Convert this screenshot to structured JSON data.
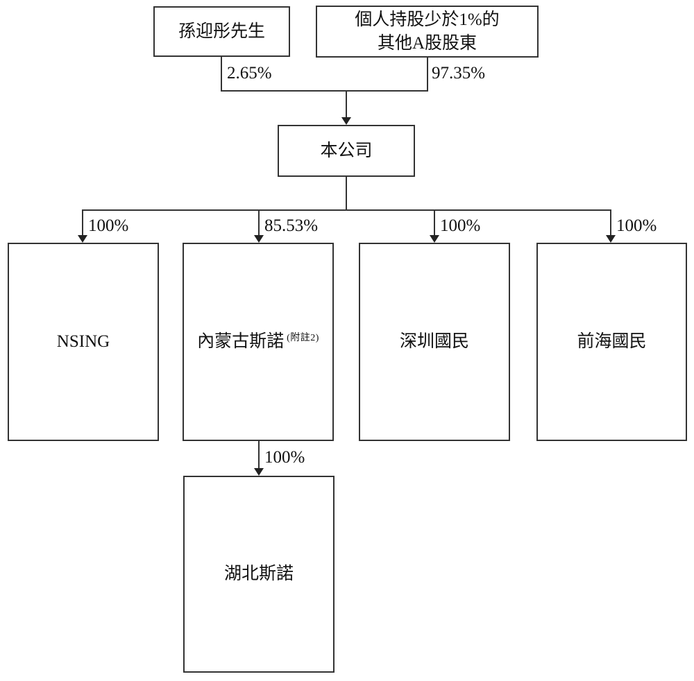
{
  "diagram": {
    "title": "shareholding-structure-chart",
    "colors": {
      "line": "#333333",
      "background": "#ffffff",
      "text": "#111111"
    },
    "nodes": {
      "shareholder_sun": {
        "label": "孫迎彤先生"
      },
      "shareholder_others": {
        "line1": "個人持股少於1%的",
        "line2": "其他A股股東"
      },
      "company": {
        "label": "本公司"
      },
      "nsing": {
        "label": "NSING"
      },
      "inner_mongolia": {
        "label": "內蒙古斯諾",
        "note": "(附註2)"
      },
      "shenzhen": {
        "label": "深圳國民"
      },
      "qianhai": {
        "label": "前海國民"
      },
      "hubei": {
        "label": "湖北斯諾"
      }
    },
    "edges": {
      "sun_to_company": {
        "label": "2.65%"
      },
      "others_to_company": {
        "label": "97.35%"
      },
      "company_to_nsing": {
        "label": "100%"
      },
      "company_to_inner_mongolia": {
        "label": "85.53%"
      },
      "company_to_shenzhen": {
        "label": "100%"
      },
      "company_to_qianhai": {
        "label": "100%"
      },
      "inner_mongolia_to_hubei": {
        "label": "100%"
      }
    }
  }
}
